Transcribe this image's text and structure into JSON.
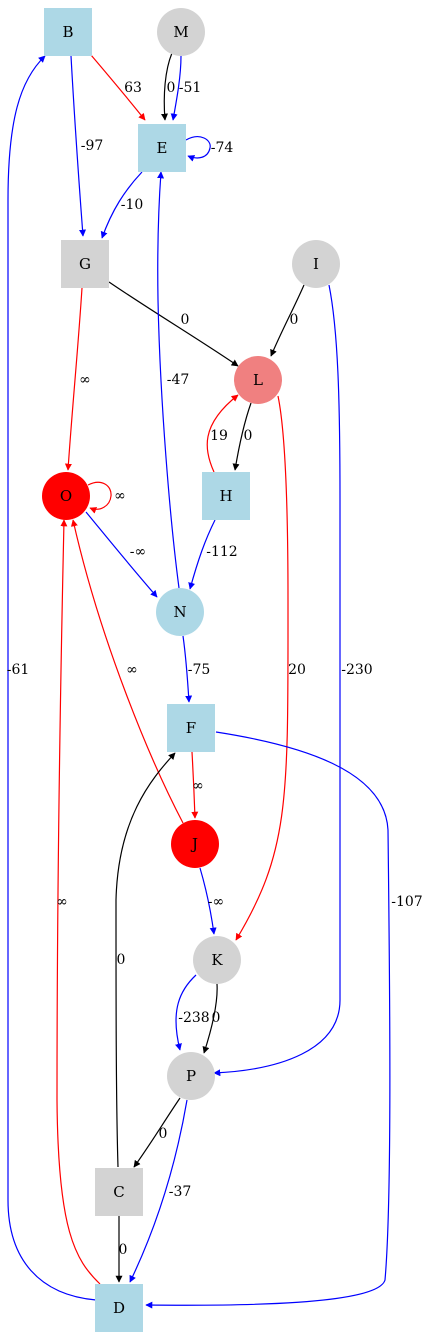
{
  "colors": {
    "light_blue": "#add8e6",
    "light_gray": "#d3d3d3",
    "light_coral": "#f08080",
    "red": "#ff0000",
    "edge_red": "#ff0000",
    "edge_blue": "#0000ff",
    "edge_black": "#000000"
  },
  "nodes": [
    {
      "id": "B",
      "label": "B",
      "shape": "square",
      "fill": "light_blue"
    },
    {
      "id": "M",
      "label": "M",
      "shape": "circle",
      "fill": "light_gray"
    },
    {
      "id": "E",
      "label": "E",
      "shape": "square",
      "fill": "light_blue"
    },
    {
      "id": "G",
      "label": "G",
      "shape": "square",
      "fill": "light_gray"
    },
    {
      "id": "I",
      "label": "I",
      "shape": "circle",
      "fill": "light_gray"
    },
    {
      "id": "L",
      "label": "L",
      "shape": "circle",
      "fill": "light_coral"
    },
    {
      "id": "O",
      "label": "O",
      "shape": "circle",
      "fill": "red"
    },
    {
      "id": "H",
      "label": "H",
      "shape": "square",
      "fill": "light_blue"
    },
    {
      "id": "N",
      "label": "N",
      "shape": "circle",
      "fill": "light_blue"
    },
    {
      "id": "F",
      "label": "F",
      "shape": "square",
      "fill": "light_blue"
    },
    {
      "id": "J",
      "label": "J",
      "shape": "circle",
      "fill": "red"
    },
    {
      "id": "K",
      "label": "K",
      "shape": "circle",
      "fill": "light_gray"
    },
    {
      "id": "P",
      "label": "P",
      "shape": "circle",
      "fill": "light_gray"
    },
    {
      "id": "C",
      "label": "C",
      "shape": "square",
      "fill": "light_gray"
    },
    {
      "id": "D",
      "label": "D",
      "shape": "square",
      "fill": "light_blue"
    }
  ],
  "edges": [
    {
      "id": "B-E",
      "from": "B",
      "to": "E",
      "label": "63",
      "color": "edge_red"
    },
    {
      "id": "B-G",
      "from": "B",
      "to": "G",
      "label": "-97",
      "color": "edge_blue"
    },
    {
      "id": "M-E-a",
      "from": "M",
      "to": "E",
      "label": "0",
      "color": "edge_black"
    },
    {
      "id": "M-E-b",
      "from": "M",
      "to": "E",
      "label": "-51",
      "color": "edge_blue"
    },
    {
      "id": "E-E",
      "from": "E",
      "to": "E",
      "label": "-74",
      "color": "edge_blue"
    },
    {
      "id": "E-G",
      "from": "E",
      "to": "G",
      "label": "-10",
      "color": "edge_blue"
    },
    {
      "id": "G-L",
      "from": "G",
      "to": "L",
      "label": "0",
      "color": "edge_black"
    },
    {
      "id": "G-O",
      "from": "G",
      "to": "O",
      "label": "∞",
      "color": "edge_red"
    },
    {
      "id": "I-L",
      "from": "I",
      "to": "L",
      "label": "0",
      "color": "edge_black"
    },
    {
      "id": "I-P",
      "from": "I",
      "to": "P",
      "label": "-230",
      "color": "edge_blue"
    },
    {
      "id": "N-E",
      "from": "N",
      "to": "E",
      "label": "-47",
      "color": "edge_blue"
    },
    {
      "id": "L-H",
      "from": "L",
      "to": "H",
      "label": "0",
      "color": "edge_black"
    },
    {
      "id": "H-L",
      "from": "H",
      "to": "L",
      "label": "19",
      "color": "edge_red"
    },
    {
      "id": "L-K",
      "from": "L",
      "to": "K",
      "label": "20",
      "color": "edge_red"
    },
    {
      "id": "O-O",
      "from": "O",
      "to": "O",
      "label": "∞",
      "color": "edge_red"
    },
    {
      "id": "O-N",
      "from": "O",
      "to": "N",
      "label": "-∞",
      "color": "edge_blue"
    },
    {
      "id": "H-N",
      "from": "H",
      "to": "N",
      "label": "-112",
      "color": "edge_blue"
    },
    {
      "id": "N-F",
      "from": "N",
      "to": "F",
      "label": "-75",
      "color": "edge_blue"
    },
    {
      "id": "J-O",
      "from": "J",
      "to": "O",
      "label": "∞",
      "color": "edge_red"
    },
    {
      "id": "F-J",
      "from": "F",
      "to": "J",
      "label": "∞",
      "color": "edge_red"
    },
    {
      "id": "F-D",
      "from": "F",
      "to": "D",
      "label": "-107",
      "color": "edge_blue"
    },
    {
      "id": "J-K",
      "from": "J",
      "to": "K",
      "label": "-∞",
      "color": "edge_blue"
    },
    {
      "id": "K-P-a",
      "from": "K",
      "to": "P",
      "label": "-238",
      "color": "edge_blue"
    },
    {
      "id": "K-P-b",
      "from": "K",
      "to": "P",
      "label": "0",
      "color": "edge_black"
    },
    {
      "id": "C-F",
      "from": "C",
      "to": "F",
      "label": "0",
      "color": "edge_black"
    },
    {
      "id": "P-C",
      "from": "P",
      "to": "C",
      "label": "0",
      "color": "edge_black"
    },
    {
      "id": "P-D",
      "from": "P",
      "to": "D",
      "label": "-37",
      "color": "edge_blue"
    },
    {
      "id": "C-D",
      "from": "C",
      "to": "D",
      "label": "0",
      "color": "edge_black"
    },
    {
      "id": "D-O",
      "from": "D",
      "to": "O",
      "label": "∞",
      "color": "edge_red"
    },
    {
      "id": "D-B",
      "from": "D",
      "to": "B",
      "label": "-61",
      "color": "edge_blue"
    }
  ]
}
